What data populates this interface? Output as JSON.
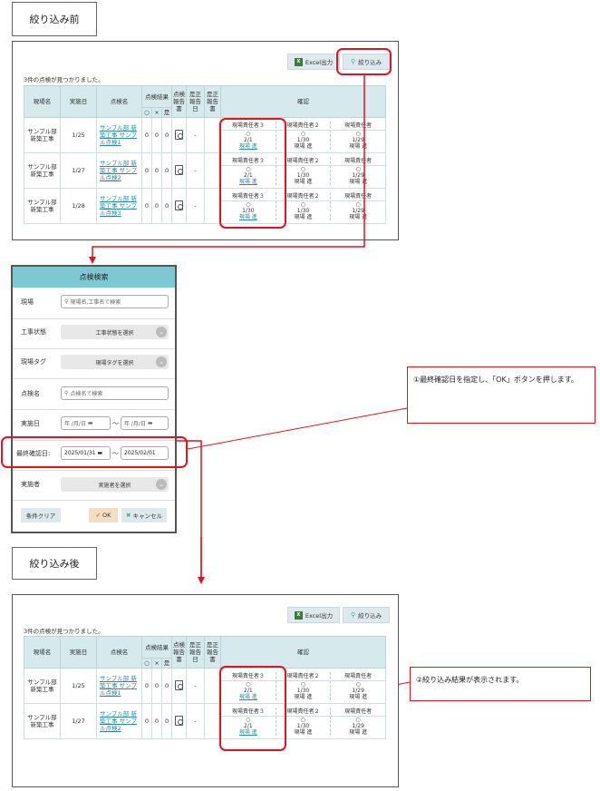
{
  "labels": {
    "before": "絞り込み前",
    "after": "絞り込み後"
  },
  "toolbar": {
    "excel_label": "Excel出力",
    "excel_icon": "excel-icon",
    "filter_label": "絞り込み",
    "filter_icon": "search-icon"
  },
  "before": {
    "found_text": "3件の点検が見つかりました。",
    "rows": [
      {
        "site": "サンプル部 新築工事",
        "date": "1/25",
        "inspection": "サンプル部 新築工事 サンプル点検1",
        "r1": "0",
        "r2": "0",
        "r3": "0",
        "report_date": "-",
        "c1_date": "2/1",
        "c2_date": "1/30",
        "c3_date": "1/29"
      },
      {
        "site": "サンプル部 新築工事",
        "date": "1/27",
        "inspection": "サンプル部 新築工事 サンプル点検2",
        "r1": "0",
        "r2": "0",
        "r3": "0",
        "report_date": "-",
        "c1_date": "2/1",
        "c2_date": "1/30",
        "c3_date": "1/29"
      },
      {
        "site": "サンプル部 新築工事",
        "date": "1/28",
        "inspection": "サンプル部 新築工事 サンプル点検3",
        "r1": "0",
        "r2": "0",
        "r3": "0",
        "report_date": "-",
        "c1_date": "1/30",
        "c2_date": "1/30",
        "c3_date": "1/29"
      }
    ]
  },
  "after": {
    "found_text": "3件の点検が見つかりました。",
    "rows": [
      {
        "site": "サンプル部 新築工事",
        "date": "1/25",
        "inspection": "サンプル部 新築工事 サンプル点検1",
        "r1": "0",
        "r2": "0",
        "r3": "0",
        "report_date": "-",
        "c1_date": "2/1",
        "c2_date": "1/30",
        "c3_date": "1/29"
      },
      {
        "site": "サンプル部 新築工事",
        "date": "1/27",
        "inspection": "サンプル部 新築工事 サンプル点検2",
        "r1": "0",
        "r2": "0",
        "r3": "0",
        "report_date": "-",
        "c1_date": "2/1",
        "c2_date": "1/30",
        "c3_date": "1/29"
      }
    ]
  },
  "table": {
    "h_site": "現場名",
    "h_date": "実施日",
    "h_inspection": "点検名",
    "h_result": "点検結果",
    "h_ok": "○",
    "h_ng": "×",
    "h_fix": "是",
    "h_report": "点検報告書",
    "h_fix_report": "是正報告日",
    "h_fix_doc": "是正報告書",
    "h_confirm": "確認",
    "confirmer1": "現場責任者３",
    "confirmer2": "現場責任者２",
    "confirmer3": "現場責任者",
    "mark": "○",
    "confirmed_by": "現場 進"
  },
  "modal": {
    "title": "点検検索",
    "site_label": "現場",
    "site_placeholder": "現場名,工事名で検索",
    "status_label": "工事状態",
    "status_value": "工事状態を選択",
    "tag_label": "現場タグ",
    "tag_value": "現場タグを選択",
    "name_label": "点検名",
    "name_placeholder": "点検名で検索",
    "date_label": "実施日",
    "date_from": "年 /月/日",
    "date_to": "年 /月/日",
    "last_label": "最終確認日:",
    "last_from": "2025/01/31",
    "last_to": "2025/02/01",
    "person_label": "実施者",
    "person_value": "実施者を選択",
    "colon": ":",
    "tilde": "～",
    "clear_label": "条件クリア",
    "ok_label": "OK",
    "cancel_label": "キャンセル"
  },
  "callouts": {
    "one": "①最終確認日を指定し、「OK」ボタンを押します。",
    "two": "②絞り込み結果が表示されます。"
  },
  "colors": {
    "accent": "#7ec8d3",
    "highlight": "#e0141e",
    "header": "#d6e9ec"
  }
}
